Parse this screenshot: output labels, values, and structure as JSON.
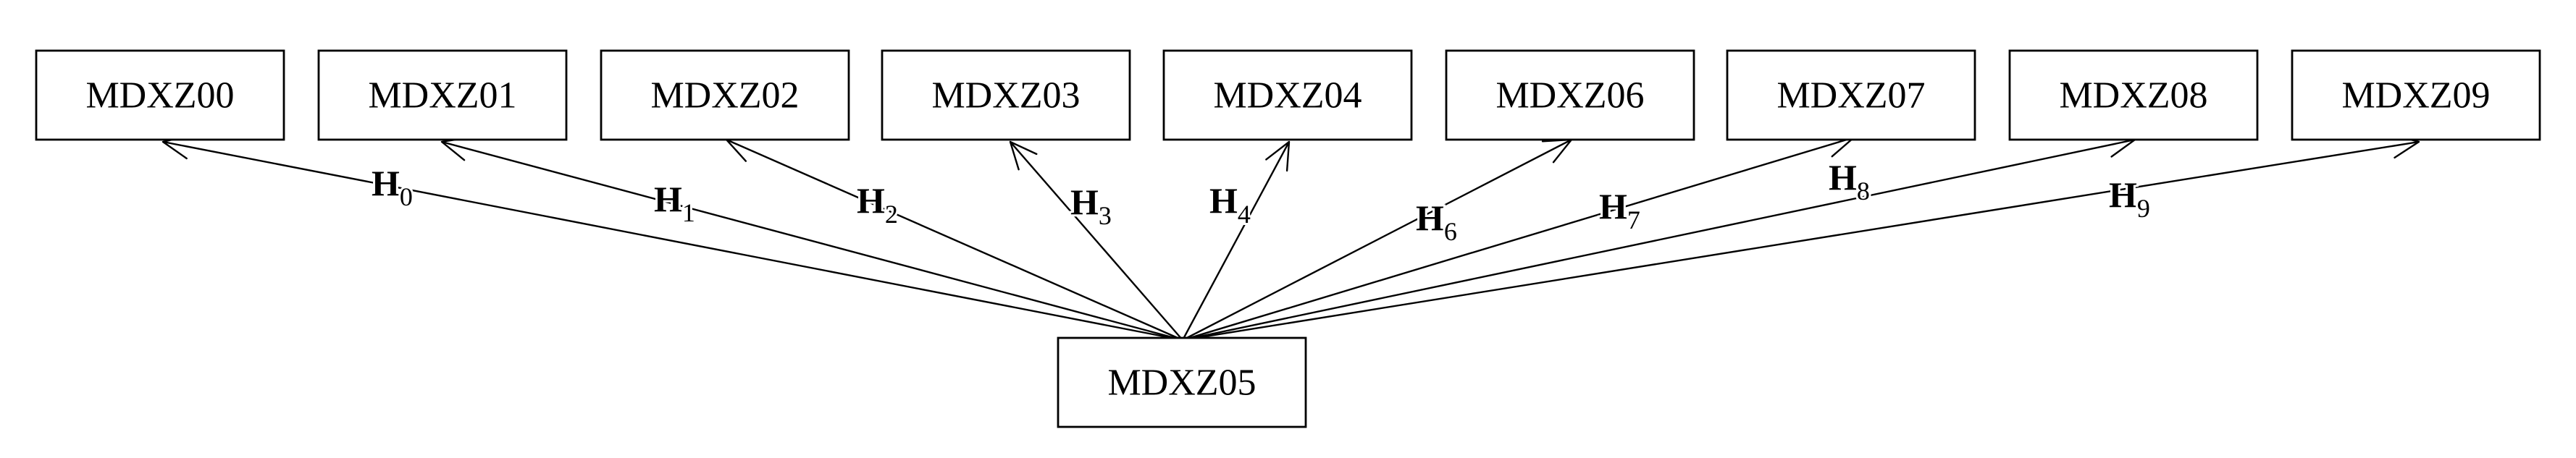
{
  "diagram": {
    "source": {
      "id": "src",
      "label": "MDXZ05"
    },
    "targets": [
      {
        "id": "t0",
        "label": "MDXZ00",
        "edge_symbol": "H",
        "edge_sub": "0"
      },
      {
        "id": "t1",
        "label": "MDXZ01",
        "edge_symbol": "H",
        "edge_sub": "1"
      },
      {
        "id": "t2",
        "label": "MDXZ02",
        "edge_symbol": "H",
        "edge_sub": "2"
      },
      {
        "id": "t3",
        "label": "MDXZ03",
        "edge_symbol": "H",
        "edge_sub": "3"
      },
      {
        "id": "t4",
        "label": "MDXZ04",
        "edge_symbol": "H",
        "edge_sub": "4"
      },
      {
        "id": "t6",
        "label": "MDXZ06",
        "edge_symbol": "H",
        "edge_sub": "6"
      },
      {
        "id": "t7",
        "label": "MDXZ07",
        "edge_symbol": "H",
        "edge_sub": "7"
      },
      {
        "id": "t8",
        "label": "MDXZ08",
        "edge_symbol": "H",
        "edge_sub": "8"
      },
      {
        "id": "t9",
        "label": "MDXZ09",
        "edge_symbol": "H",
        "edge_sub": "9"
      }
    ]
  }
}
